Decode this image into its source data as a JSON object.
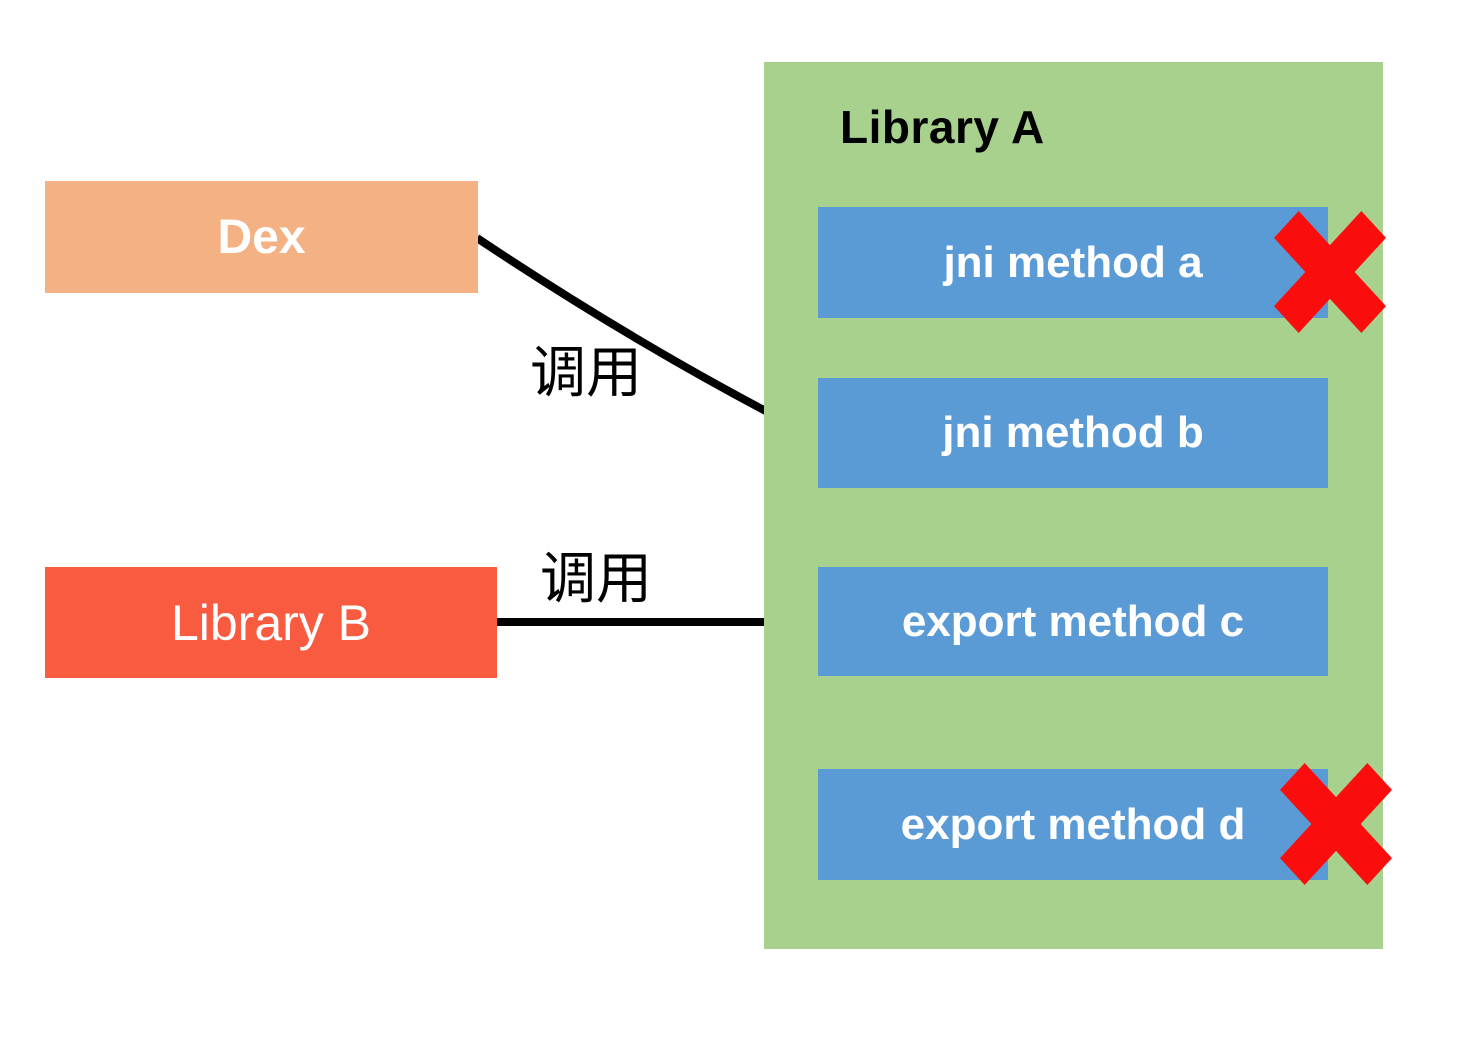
{
  "colors": {
    "green": "#A9D18E",
    "blue": "#5B9BD5",
    "orange": "#F4B183",
    "red_box": "#F85B40",
    "x_red": "#FB0D0D",
    "arrow": "#000000"
  },
  "library_a": {
    "title": "Library A",
    "methods": [
      {
        "label": "jni method a",
        "crossed": true
      },
      {
        "label": "jni method b",
        "crossed": false
      },
      {
        "label": "export method c",
        "crossed": false
      },
      {
        "label": "export method d",
        "crossed": true
      }
    ]
  },
  "dex": {
    "label": "Dex"
  },
  "library_b": {
    "label": "Library B"
  },
  "arrows": [
    {
      "label": "调用",
      "from": "Dex",
      "to": "jni method b"
    },
    {
      "label": "调用",
      "from": "Library B",
      "to": "export method c"
    }
  ]
}
